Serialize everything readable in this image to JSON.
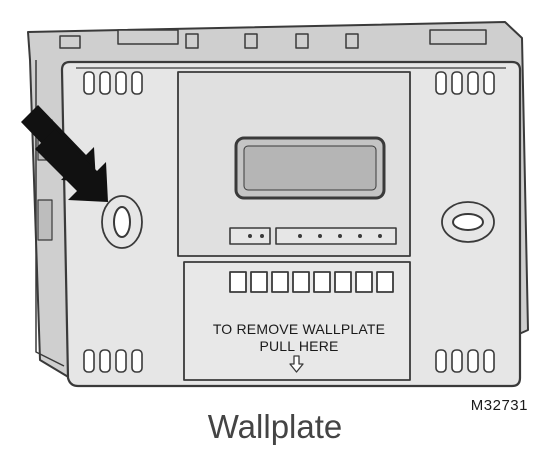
{
  "diagram": {
    "instruction_line1": "TO REMOVE WALLPLATE",
    "instruction_line2": "PULL HERE",
    "figure_code": "M32731",
    "caption": "Wallplate",
    "colors": {
      "front_plate": "#e6e6e6",
      "back_plate": "#cfcfcf",
      "outline": "#3a3a3a",
      "arrow": "#111111"
    },
    "icons": {
      "pull_indicator": "down-arrow-outline-icon",
      "pointer": "pointer-arrow-icon"
    }
  }
}
